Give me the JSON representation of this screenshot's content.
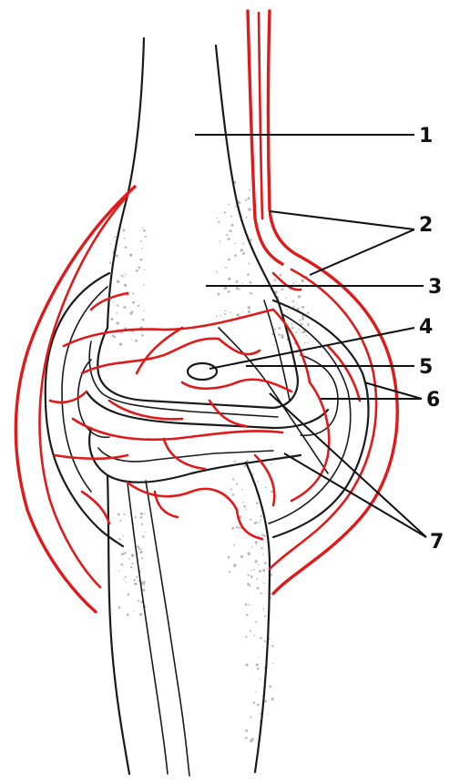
{
  "figure": {
    "colors": {
      "bone": "#1a1a1a",
      "vessel": "#e01a1a",
      "marrow_speckle": "#b8b8b8",
      "background": "#ffffff"
    },
    "callouts": [
      {
        "id": "c1",
        "label": "1"
      },
      {
        "id": "c2",
        "label": "2"
      },
      {
        "id": "c3",
        "label": "3"
      },
      {
        "id": "c4",
        "label": "4"
      },
      {
        "id": "c5",
        "label": "5"
      },
      {
        "id": "c6",
        "label": "6"
      },
      {
        "id": "c7",
        "label": "7"
      }
    ]
  }
}
